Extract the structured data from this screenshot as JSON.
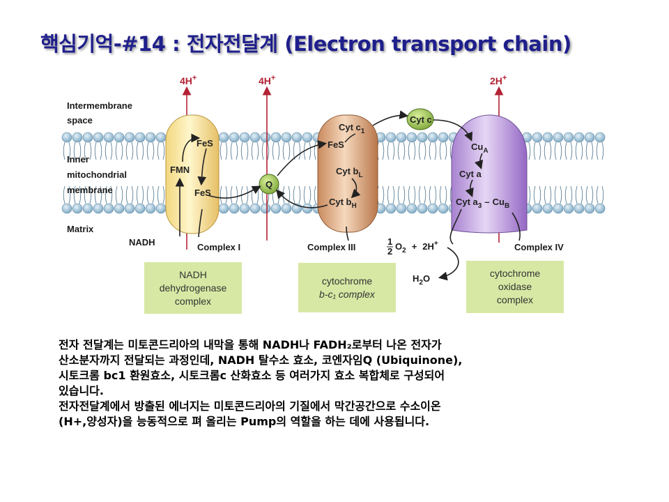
{
  "title": "핵심기억-#14 : 전자전달계 (Electron transport chain)",
  "diagram": {
    "regions": {
      "intermembrane_1": "Intermembrane",
      "intermembrane_2": "space",
      "inner_1": "Inner",
      "inner_2": "mitochondrial",
      "inner_3": "membrane",
      "matrix": "Matrix"
    },
    "protons": {
      "complex1": "4H",
      "complex3": "4H",
      "complex4": "2H",
      "sup": "+"
    },
    "complex1": {
      "label": "Complex I",
      "fes_top": "FeS",
      "fmn": "FMN",
      "fes_bottom": "FeS",
      "substrate": "NADH"
    },
    "q": "Q",
    "complex3": {
      "label": "Complex III",
      "cyt_c1": "Cyt c",
      "cyt_c1_sub": "1",
      "fes": "FeS",
      "cyt_bl": "Cyt b",
      "cyt_bl_sub": "L",
      "cyt_bh": "Cyt b",
      "cyt_bh_sub": "H"
    },
    "cytc": "Cyt c",
    "complex4": {
      "label": "Complex IV",
      "cua": "Cu",
      "cua_sub": "A",
      "cyta": "Cyt a",
      "cyta3": "Cyt a",
      "cyta3_sub": "3",
      "dash": "–",
      "cub": "Cu",
      "cub_sub": "B"
    },
    "reaction": {
      "half_num": "1",
      "half_den": "2",
      "o2": "O",
      "o2_sub": "2",
      "plus": "+",
      "h": "2H",
      "h_sup": "+",
      "water": "H",
      "water_sub": "2",
      "water_o": "O"
    },
    "boxes": {
      "box1": [
        "NADH",
        "dehydrogenase",
        "complex"
      ],
      "box3": [
        "cytochrome",
        "b-c₁ complex"
      ],
      "box4": [
        "cytochrome",
        "oxidase",
        "complex"
      ]
    }
  },
  "description": [
    "전자 전달계는 미토콘드리아의 내막을 통해 NADH나 FADH₂로부터 나온 전자가",
    "산소분자까지 전달되는 과정인데, NADH 탈수소 효소, 코엔자임Q (Ubiquinone),",
    "시토크롬 bc1 환원효소, 시토크롬c 산화효소 등 여러가지 효소 복합체로 구성되어",
    "있습니다.",
    "전자전달계에서 방출된 에너지는 미토콘드리아의 기질에서 막간공간으로 수소이온",
    "(H+,양성자)을 능동적으로 펴 올리는 Pump의 역할을 하는 데에 사용됩니다."
  ],
  "colors": {
    "title": "#1f1f8c",
    "proton": "#b22234",
    "box_bg": "#d7e8a4",
    "lipid_head": "#8fb7d0"
  }
}
